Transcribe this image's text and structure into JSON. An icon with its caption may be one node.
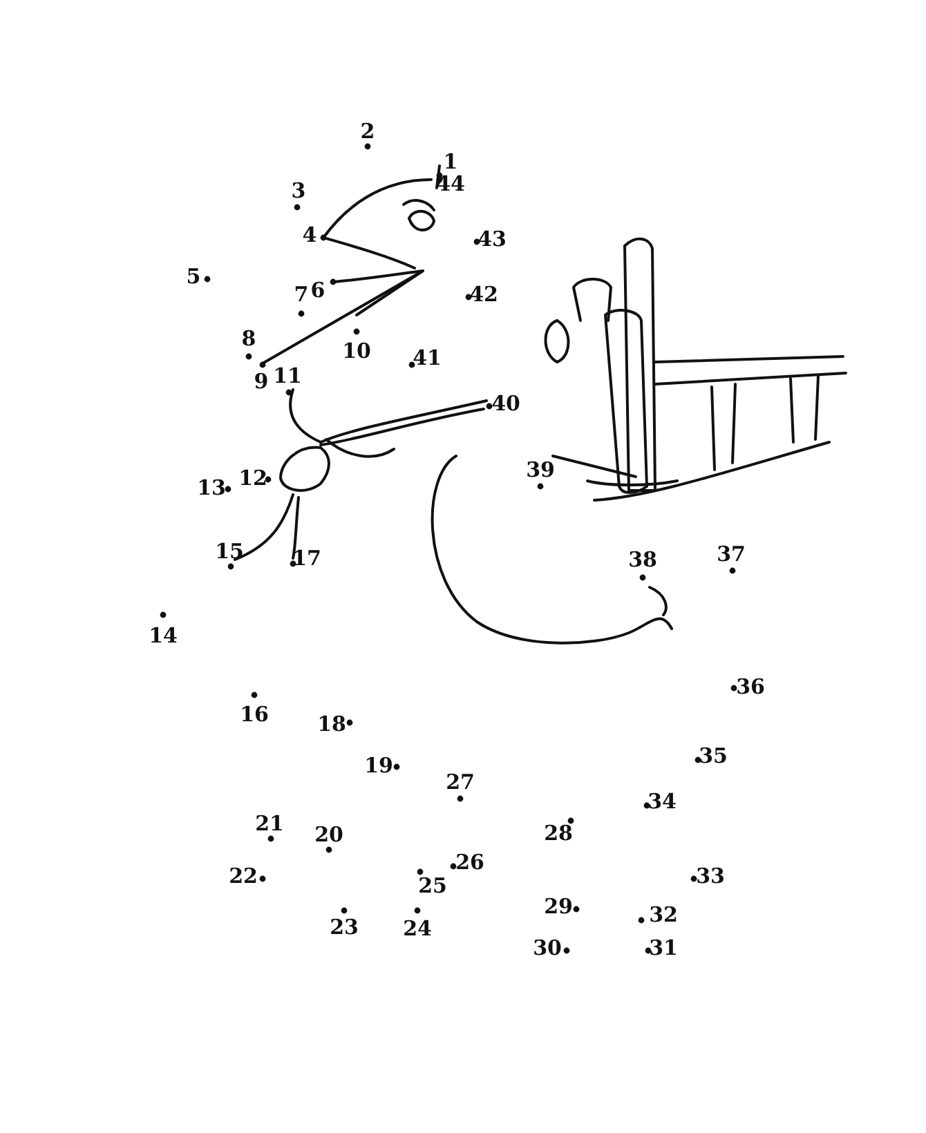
{
  "diagram": {
    "labels": [
      "1",
      "2",
      "3",
      "4",
      "5",
      "6",
      "7",
      "8",
      "9",
      "10",
      "11",
      "12",
      "13",
      "14",
      "15",
      "16",
      "17",
      "18",
      "19",
      "20",
      "21",
      "22",
      "23",
      "24",
      "25",
      "26",
      "27",
      "28",
      "29",
      "30",
      "31",
      "32",
      "33",
      "34",
      "35",
      "36",
      "37",
      "38",
      "39",
      "40",
      "41",
      "42",
      "43",
      "44"
    ]
  }
}
